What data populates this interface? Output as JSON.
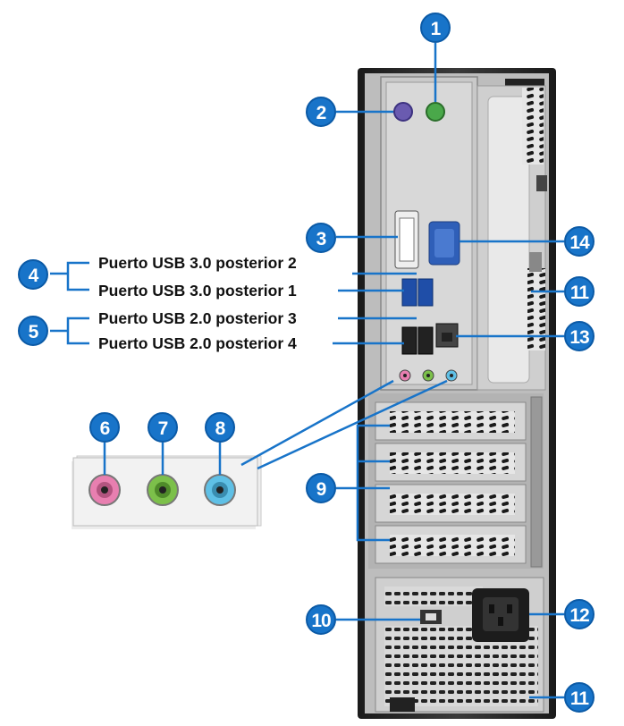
{
  "diagram": {
    "labels": {
      "usb30_2": "Puerto USB 3.0 posterior 2",
      "usb30_1": "Puerto USB 3.0 posterior 1",
      "usb20_3": "Puerto USB 2.0 posterior 3",
      "usb20_4": "Puerto USB 2.0 posterior 4"
    },
    "callouts": {
      "c1": "1",
      "c2": "2",
      "c3": "3",
      "c4": "4",
      "c5": "5",
      "c6": "6",
      "c7": "7",
      "c8": "8",
      "c9": "9",
      "c10": "10",
      "c11a": "11",
      "c11b": "11",
      "c12": "12",
      "c13": "13",
      "c14": "14"
    },
    "colors": {
      "accent": "#1874c9",
      "audio_pink": "#e87fb0",
      "audio_green": "#7cc04a",
      "audio_blue": "#5fc0e6",
      "ps2_purple": "#6a5bb0",
      "ps2_green": "#4aa84a",
      "vga_blue": "#2f5fb8"
    }
  }
}
